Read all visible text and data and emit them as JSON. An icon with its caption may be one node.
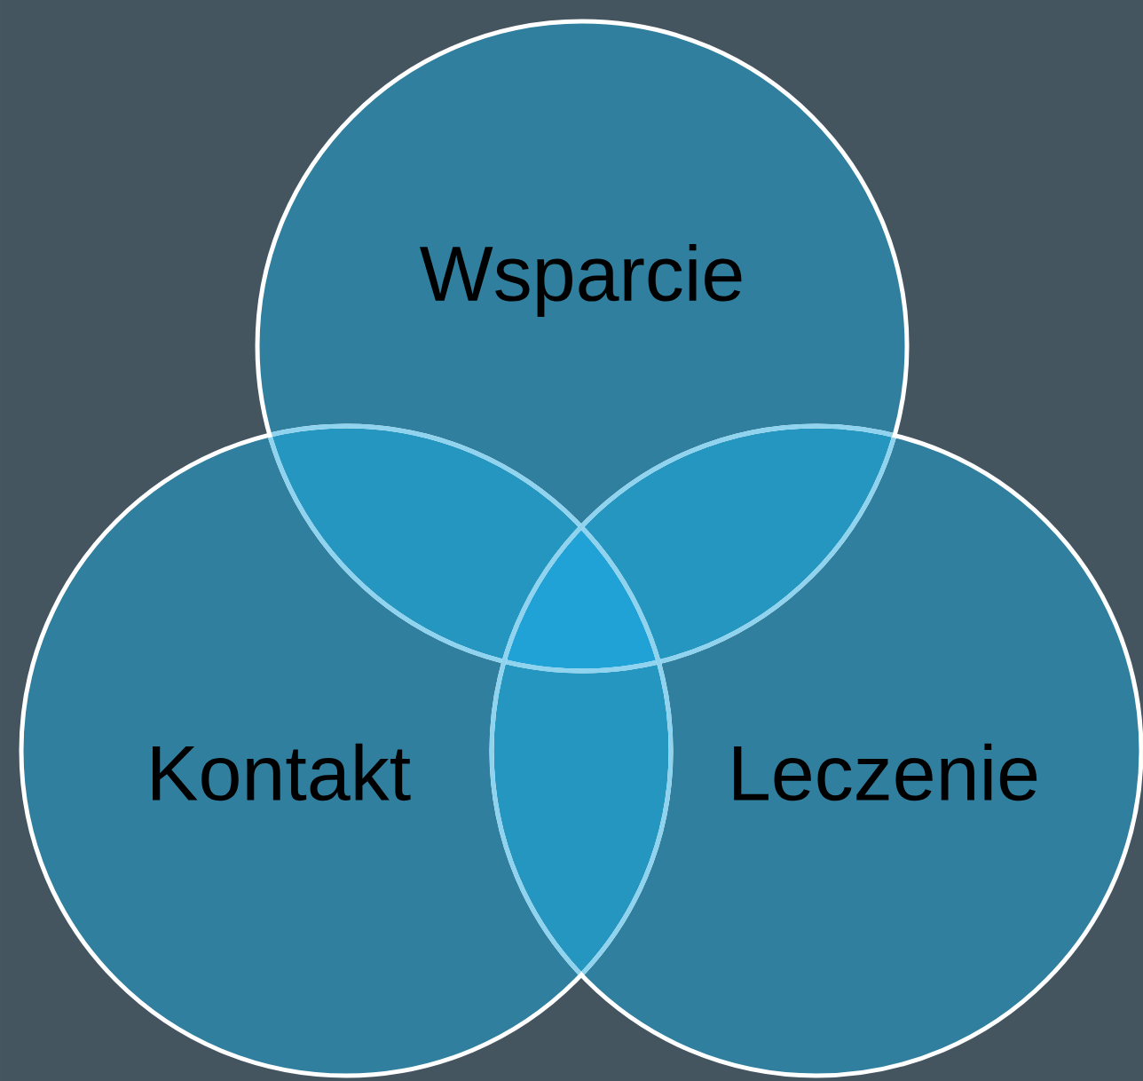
{
  "diagram": {
    "nodes": [
      {
        "text": [
          "Wsparcie"
        ]
      },
      {
        "text": [
          "Kontakt"
        ]
      },
      {
        "text": [
          "Leczenie"
        ]
      }
    ]
  }
}
